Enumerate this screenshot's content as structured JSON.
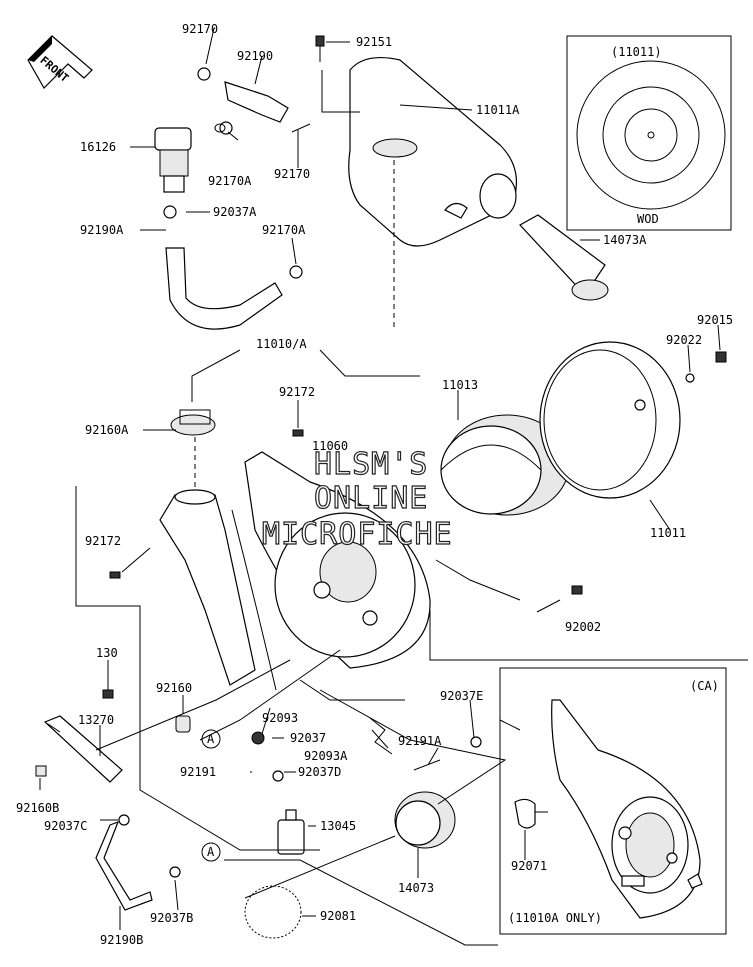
{
  "front_label": "FRONT",
  "watermark": [
    "HLSM'S",
    "ONLINE",
    "MICROFICHE"
  ],
  "labels": {
    "p92170": "92170",
    "p92190": "92190",
    "p92151": "92151",
    "p11011A": "11011A",
    "p16126": "16126",
    "p92170A_1": "92170A",
    "p92170_2": "92170",
    "p92037A": "92037A",
    "p92170A_2": "92170A",
    "p92190A": "92190A",
    "p14073A": "14073A",
    "p11010A": "11010/A",
    "p92172_1": "92172",
    "p92015": "92015",
    "p92022": "92022",
    "p11013": "11013",
    "p92160A": "92160A",
    "p11060": "11060",
    "p11011": "11011",
    "p92172_2": "92172",
    "p92002": "92002",
    "p130": "130",
    "p92160": "92160",
    "p13270": "13270",
    "p92093": "92093",
    "p92037": "92037",
    "p92093A": "92093A",
    "p92037E": "92037E",
    "p92191A": "92191A",
    "p92191": "92191",
    "p92037D": "92037D",
    "p92160B": "92160B",
    "p92037C": "92037C",
    "p13045": "13045",
    "p14073": "14073",
    "p92071": "92071",
    "p92037B": "92037B",
    "p92081": "92081",
    "p92190B": "92190B",
    "refA1": "A",
    "refA2": "A"
  },
  "inset_wod": {
    "code": "(11011)",
    "caption": "WOD"
  },
  "inset_ca": {
    "code": "(CA)",
    "caption": "(11010A ONLY)"
  }
}
